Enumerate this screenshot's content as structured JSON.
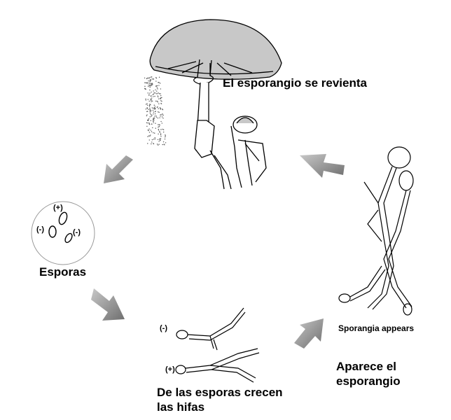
{
  "labels": {
    "burst": "El esporangio se revienta",
    "spores": "Esporas",
    "hyphae_line1": "De las esporas crecen",
    "hyphae_line2": "las hifas",
    "sporangia_appears": "Sporangia appears",
    "appears_line1": "Aparece el",
    "appears_line2": "esporangio"
  },
  "signs": {
    "plus": "(+)",
    "minus": "(-)"
  },
  "colors": {
    "arrow": "#8a8a8a",
    "cap": "#c8c8c8"
  }
}
